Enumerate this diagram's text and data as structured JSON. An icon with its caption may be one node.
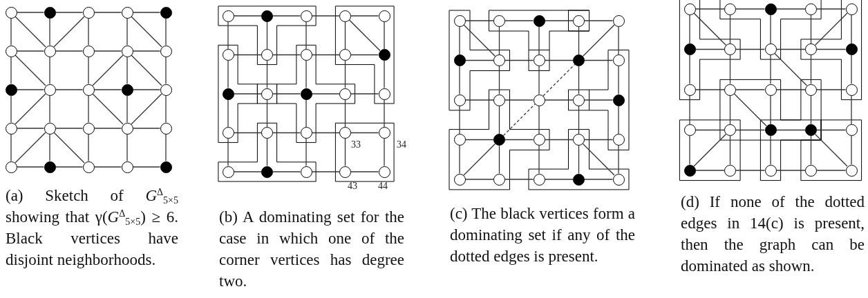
{
  "diagram": {
    "nodes": [
      {
        "text": [],
        "shape": "circle"
      },
      {
        "text": [],
        "shape": "dot"
      },
      {
        "text": [],
        "shape": "circle"
      },
      {
        "text": [],
        "shape": "circle"
      },
      {
        "text": [],
        "shape": "dot"
      },
      {
        "text": [],
        "shape": "circle"
      },
      {
        "text": [],
        "shape": "circle"
      },
      {
        "text": [],
        "shape": "circle"
      },
      {
        "text": [],
        "shape": "circle"
      },
      {
        "text": [],
        "shape": "circle"
      },
      {
        "text": [],
        "shape": "dot"
      },
      {
        "text": [],
        "shape": "circle"
      },
      {
        "text": [],
        "shape": "circle"
      },
      {
        "text": [],
        "shape": "dot"
      },
      {
        "text": [],
        "shape": "circle"
      },
      {
        "text": [],
        "shape": "circle"
      },
      {
        "text": [],
        "shape": "circle"
      },
      {
        "text": [],
        "shape": "circle"
      },
      {
        "text": [],
        "shape": "circle"
      },
      {
        "text": [],
        "shape": "circle"
      },
      {
        "text": [],
        "shape": "circle"
      },
      {
        "text": [],
        "shape": "dot"
      },
      {
        "text": [],
        "shape": "circle"
      },
      {
        "text": [],
        "shape": "circle"
      },
      {
        "text": [],
        "shape": "dot"
      },
      {
        "text": [],
        "shape": "circle"
      },
      {
        "text": [],
        "shape": "dot"
      },
      {
        "text": [],
        "shape": "circle"
      },
      {
        "text": [],
        "shape": "circle"
      },
      {
        "text": [],
        "shape": "circle"
      },
      {
        "text": [],
        "shape": "circle"
      },
      {
        "text": [],
        "shape": "circle"
      },
      {
        "text": [],
        "shape": "circle"
      },
      {
        "text": [],
        "shape": "circle"
      },
      {
        "text": [],
        "shape": "dot"
      },
      {
        "text": [],
        "shape": "dot"
      },
      {
        "text": [],
        "shape": "circle"
      },
      {
        "text": [],
        "shape": "dot"
      },
      {
        "text": [],
        "shape": "circle"
      },
      {
        "text": [],
        "shape": "circle"
      },
      {
        "text": [],
        "shape": "circle"
      },
      {
        "text": [],
        "shape": "circle"
      },
      {
        "text": [],
        "shape": "circle"
      },
      {
        "text": [],
        "shape": "circle"
      },
      {
        "text": [],
        "shape": "circle"
      },
      {
        "text": [],
        "shape": "circle"
      },
      {
        "text": [],
        "shape": "dot"
      },
      {
        "text": [],
        "shape": "circle"
      },
      {
        "text": [],
        "shape": "circle"
      },
      {
        "text": [],
        "shape": "circle"
      },
      {
        "text": [],
        "shape": "circle"
      },
      {
        "text": [],
        "shape": "circle"
      },
      {
        "text": [],
        "shape": "dot"
      },
      {
        "text": [],
        "shape": "circle"
      },
      {
        "text": [],
        "shape": "circle"
      },
      {
        "text": [],
        "shape": "dot"
      },
      {
        "text": [],
        "shape": "circle"
      },
      {
        "text": [],
        "shape": "circle"
      },
      {
        "text": [],
        "shape": "dot"
      },
      {
        "text": [],
        "shape": "circle"
      },
      {
        "text": [],
        "shape": "circle"
      },
      {
        "text": [],
        "shape": "circle"
      },
      {
        "text": [],
        "shape": "circle"
      },
      {
        "text": [],
        "shape": "circle"
      },
      {
        "text": [],
        "shape": "dot"
      },
      {
        "text": [],
        "shape": "circle"
      },
      {
        "text": [],
        "shape": "dot"
      },
      {
        "text": [],
        "shape": "circle"
      },
      {
        "text": [],
        "shape": "circle"
      },
      {
        "text": [],
        "shape": "circle"
      },
      {
        "text": [],
        "shape": "circle"
      },
      {
        "text": [],
        "shape": "circle"
      },
      {
        "text": [],
        "shape": "circle"
      },
      {
        "text": [],
        "shape": "dot"
      },
      {
        "text": [],
        "shape": "circle"
      },
      {
        "text": [],
        "shape": "circle"
      },
      {
        "text": [],
        "shape": "circle"
      },
      {
        "text": [],
        "shape": "dot"
      },
      {
        "text": [],
        "shape": "circle"
      },
      {
        "text": [],
        "shape": "circle"
      },
      {
        "text": [],
        "shape": "dot"
      },
      {
        "text": [],
        "shape": "circle"
      },
      {
        "text": [],
        "shape": "circle"
      },
      {
        "text": [],
        "shape": "circle"
      },
      {
        "text": [],
        "shape": "dot"
      },
      {
        "text": [],
        "shape": "circle"
      },
      {
        "text": [],
        "shape": "circle"
      },
      {
        "text": [],
        "shape": "circle"
      },
      {
        "text": [],
        "shape": "circle"
      },
      {
        "text": [],
        "shape": "circle"
      },
      {
        "text": [],
        "shape": "circle"
      },
      {
        "text": [],
        "shape": "circle"
      },
      {
        "text": [],
        "shape": "dot"
      },
      {
        "text": [],
        "shape": "dot"
      },
      {
        "text": [],
        "shape": "circle"
      },
      {
        "text": [],
        "shape": "dot"
      },
      {
        "text": [],
        "shape": "circle"
      },
      {
        "text": [],
        "shape": "circle"
      },
      {
        "text": [],
        "shape": "circle"
      },
      {
        "text": [],
        "shape": "circle"
      }
    ],
    "edges": [
      {
        "from": 0,
        "to": 1,
        "arrow": "none"
      },
      {
        "from": 1,
        "to": 2,
        "arrow": "none"
      },
      {
        "from": 2,
        "to": 3,
        "arrow": "none"
      },
      {
        "from": 3,
        "to": 4,
        "arrow": "none"
      },
      {
        "from": 5,
        "to": 6,
        "arrow": "none"
      },
      {
        "from": 6,
        "to": 7,
        "arrow": "none"
      },
      {
        "from": 7,
        "to": 8,
        "arrow": "none"
      },
      {
        "from": 8,
        "to": 9,
        "arrow": "none"
      },
      {
        "from": 10,
        "to": 11,
        "arrow": "none"
      },
      {
        "from": 11,
        "to": 12,
        "arrow": "none"
      },
      {
        "from": 12,
        "to": 13,
        "arrow": "none"
      },
      {
        "from": 13,
        "to": 14,
        "arrow": "none"
      },
      {
        "from": 15,
        "to": 16,
        "arrow": "none"
      },
      {
        "from": 16,
        "to": 17,
        "arrow": "none"
      },
      {
        "from": 17,
        "to": 18,
        "arrow": "none"
      },
      {
        "from": 18,
        "to": 19,
        "arrow": "none"
      },
      {
        "from": 20,
        "to": 21,
        "arrow": "none"
      },
      {
        "from": 21,
        "to": 22,
        "arrow": "none"
      },
      {
        "from": 22,
        "to": 23,
        "arrow": "none"
      },
      {
        "from": 23,
        "to": 24,
        "arrow": "none"
      },
      {
        "from": 0,
        "to": 5,
        "arrow": "none"
      },
      {
        "from": 1,
        "to": 6,
        "arrow": "none"
      },
      {
        "from": 2,
        "to": 7,
        "arrow": "none"
      },
      {
        "from": 3,
        "to": 8,
        "arrow": "none"
      },
      {
        "from": 4,
        "to": 9,
        "arrow": "none"
      },
      {
        "from": 5,
        "to": 10,
        "arrow": "none"
      },
      {
        "from": 6,
        "to": 11,
        "arrow": "none"
      },
      {
        "from": 7,
        "to": 12,
        "arrow": "none"
      },
      {
        "from": 8,
        "to": 13,
        "arrow": "none"
      },
      {
        "from": 9,
        "to": 14,
        "arrow": "none"
      },
      {
        "from": 10,
        "to": 15,
        "arrow": "none"
      },
      {
        "from": 11,
        "to": 16,
        "arrow": "none"
      },
      {
        "from": 12,
        "to": 17,
        "arrow": "none"
      },
      {
        "from": 13,
        "to": 18,
        "arrow": "none"
      },
      {
        "from": 14,
        "to": 19,
        "arrow": "none"
      },
      {
        "from": 15,
        "to": 20,
        "arrow": "none"
      },
      {
        "from": 16,
        "to": 21,
        "arrow": "none"
      },
      {
        "from": 17,
        "to": 22,
        "arrow": "none"
      },
      {
        "from": 18,
        "to": 23,
        "arrow": "none"
      },
      {
        "from": 19,
        "to": 24,
        "arrow": "none"
      },
      {
        "from": 0,
        "to": 6,
        "arrow": "none"
      },
      {
        "from": 2,
        "to": 6,
        "arrow": "none"
      },
      {
        "from": 3,
        "to": 9,
        "arrow": "none"
      },
      {
        "from": 5,
        "to": 11,
        "arrow": "none"
      },
      {
        "from": 8,
        "to": 12,
        "arrow": "none"
      },
      {
        "from": 8,
        "to": 14,
        "arrow": "none"
      },
      {
        "from": 11,
        "to": 15,
        "arrow": "none"
      },
      {
        "from": 12,
        "to": 18,
        "arrow": "none"
      },
      {
        "from": 14,
        "to": 18,
        "arrow": "none"
      },
      {
        "from": 16,
        "to": 20,
        "arrow": "none"
      },
      {
        "from": 16,
        "to": 22,
        "arrow": "none"
      },
      {
        "from": 25,
        "to": 26,
        "arrow": "none"
      },
      {
        "from": 26,
        "to": 27,
        "arrow": "none"
      },
      {
        "from": 27,
        "to": 28,
        "arrow": "none"
      },
      {
        "from": 28,
        "to": 29,
        "arrow": "none"
      },
      {
        "from": 30,
        "to": 31,
        "arrow": "none"
      },
      {
        "from": 31,
        "to": 32,
        "arrow": "none"
      },
      {
        "from": 32,
        "to": 33,
        "arrow": "none"
      },
      {
        "from": 33,
        "to": 34,
        "arrow": "none"
      },
      {
        "from": 35,
        "to": 36,
        "arrow": "none"
      },
      {
        "from": 36,
        "to": 37,
        "arrow": "none"
      },
      {
        "from": 37,
        "to": 38,
        "arrow": "none"
      },
      {
        "from": 38,
        "to": 39,
        "arrow": "none"
      },
      {
        "from": 40,
        "to": 41,
        "arrow": "none"
      },
      {
        "from": 41,
        "to": 42,
        "arrow": "none"
      },
      {
        "from": 42,
        "to": 43,
        "arrow": "none"
      },
      {
        "from": 43,
        "to": 44,
        "arrow": "none"
      },
      {
        "from": 45,
        "to": 46,
        "arrow": "none"
      },
      {
        "from": 46,
        "to": 47,
        "arrow": "none"
      },
      {
        "from": 47,
        "to": 48,
        "arrow": "none"
      },
      {
        "from": 48,
        "to": 49,
        "arrow": "none"
      },
      {
        "from": 25,
        "to": 30,
        "arrow": "none"
      },
      {
        "from": 26,
        "to": 31,
        "arrow": "none"
      },
      {
        "from": 27,
        "to": 32,
        "arrow": "none"
      },
      {
        "from": 28,
        "to": 33,
        "arrow": "none"
      },
      {
        "from": 29,
        "to": 34,
        "arrow": "none"
      },
      {
        "from": 30,
        "to": 35,
        "arrow": "none"
      },
      {
        "from": 31,
        "to": 36,
        "arrow": "none"
      },
      {
        "from": 32,
        "to": 37,
        "arrow": "none"
      },
      {
        "from": 33,
        "to": 38,
        "arrow": "none"
      },
      {
        "from": 34,
        "to": 39,
        "arrow": "none"
      },
      {
        "from": 35,
        "to": 40,
        "arrow": "none"
      },
      {
        "from": 36,
        "to": 41,
        "arrow": "none"
      },
      {
        "from": 37,
        "to": 42,
        "arrow": "none"
      },
      {
        "from": 38,
        "to": 43,
        "arrow": "none"
      },
      {
        "from": 39,
        "to": 44,
        "arrow": "none"
      },
      {
        "from": 40,
        "to": 45,
        "arrow": "none"
      },
      {
        "from": 41,
        "to": 46,
        "arrow": "none"
      },
      {
        "from": 42,
        "to": 47,
        "arrow": "none"
      },
      {
        "from": 43,
        "to": 48,
        "arrow": "none"
      },
      {
        "from": 44,
        "to": 49,
        "arrow": "none"
      },
      {
        "from": 28,
        "to": 34,
        "arrow": "none"
      },
      {
        "from": 50,
        "to": 51,
        "arrow": "none"
      },
      {
        "from": 51,
        "to": 52,
        "arrow": "none"
      },
      {
        "from": 52,
        "to": 53,
        "arrow": "none"
      },
      {
        "from": 53,
        "to": 54,
        "arrow": "none"
      },
      {
        "from": 55,
        "to": 56,
        "arrow": "none"
      },
      {
        "from": 56,
        "to": 57,
        "arrow": "none"
      },
      {
        "from": 57,
        "to": 58,
        "arrow": "none"
      },
      {
        "from": 58,
        "to": 59,
        "arrow": "none"
      },
      {
        "from": 60,
        "to": 61,
        "arrow": "none"
      },
      {
        "from": 61,
        "to": 62,
        "arrow": "none"
      },
      {
        "from": 62,
        "to": 63,
        "arrow": "none"
      },
      {
        "from": 63,
        "to": 64,
        "arrow": "none"
      },
      {
        "from": 65,
        "to": 66,
        "arrow": "none"
      },
      {
        "from": 66,
        "to": 67,
        "arrow": "none"
      },
      {
        "from": 67,
        "to": 68,
        "arrow": "none"
      },
      {
        "from": 68,
        "to": 69,
        "arrow": "none"
      },
      {
        "from": 70,
        "to": 71,
        "arrow": "none"
      },
      {
        "from": 71,
        "to": 72,
        "arrow": "none"
      },
      {
        "from": 72,
        "to": 73,
        "arrow": "none"
      },
      {
        "from": 73,
        "to": 74,
        "arrow": "none"
      },
      {
        "from": 50,
        "to": 55,
        "arrow": "none"
      },
      {
        "from": 51,
        "to": 56,
        "arrow": "none"
      },
      {
        "from": 52,
        "to": 57,
        "arrow": "none"
      },
      {
        "from": 53,
        "to": 58,
        "arrow": "none"
      },
      {
        "from": 54,
        "to": 59,
        "arrow": "none"
      },
      {
        "from": 55,
        "to": 60,
        "arrow": "none"
      },
      {
        "from": 56,
        "to": 61,
        "arrow": "none"
      },
      {
        "from": 57,
        "to": 62,
        "arrow": "none"
      },
      {
        "from": 58,
        "to": 63,
        "arrow": "none"
      },
      {
        "from": 59,
        "to": 64,
        "arrow": "none"
      },
      {
        "from": 60,
        "to": 65,
        "arrow": "none"
      },
      {
        "from": 61,
        "to": 66,
        "arrow": "none"
      },
      {
        "from": 62,
        "to": 67,
        "arrow": "none"
      },
      {
        "from": 63,
        "to": 68,
        "arrow": "none"
      },
      {
        "from": 64,
        "to": 69,
        "arrow": "none"
      },
      {
        "from": 65,
        "to": 70,
        "arrow": "none"
      },
      {
        "from": 66,
        "to": 71,
        "arrow": "none"
      },
      {
        "from": 67,
        "to": 72,
        "arrow": "none"
      },
      {
        "from": 68,
        "to": 73,
        "arrow": "none"
      },
      {
        "from": 69,
        "to": 74,
        "arrow": "none"
      },
      {
        "from": 50,
        "to": 56,
        "arrow": "none"
      },
      {
        "from": 54,
        "to": 58,
        "arrow": "none"
      },
      {
        "from": 66,
        "to": 70,
        "arrow": "none"
      },
      {
        "from": 68,
        "to": 74,
        "arrow": "none"
      },
      {
        "from": 66,
        "to": 62,
        "arrow": "none",
        "style": "dashed"
      },
      {
        "from": 62,
        "to": 58,
        "arrow": "none",
        "style": "dashed"
      },
      {
        "from": 75,
        "to": 76,
        "arrow": "none"
      },
      {
        "from": 76,
        "to": 77,
        "arrow": "none"
      },
      {
        "from": 77,
        "to": 78,
        "arrow": "none"
      },
      {
        "from": 78,
        "to": 79,
        "arrow": "none"
      },
      {
        "from": 80,
        "to": 81,
        "arrow": "none"
      },
      {
        "from": 81,
        "to": 82,
        "arrow": "none"
      },
      {
        "from": 82,
        "to": 83,
        "arrow": "none"
      },
      {
        "from": 83,
        "to": 84,
        "arrow": "none"
      },
      {
        "from": 85,
        "to": 86,
        "arrow": "none"
      },
      {
        "from": 86,
        "to": 87,
        "arrow": "none"
      },
      {
        "from": 87,
        "to": 88,
        "arrow": "none"
      },
      {
        "from": 88,
        "to": 89,
        "arrow": "none"
      },
      {
        "from": 90,
        "to": 91,
        "arrow": "none"
      },
      {
        "from": 91,
        "to": 92,
        "arrow": "none"
      },
      {
        "from": 92,
        "to": 93,
        "arrow": "none"
      },
      {
        "from": 93,
        "to": 94,
        "arrow": "none"
      },
      {
        "from": 95,
        "to": 96,
        "arrow": "none"
      },
      {
        "from": 96,
        "to": 97,
        "arrow": "none"
      },
      {
        "from": 97,
        "to": 98,
        "arrow": "none"
      },
      {
        "from": 98,
        "to": 99,
        "arrow": "none"
      },
      {
        "from": 75,
        "to": 80,
        "arrow": "none"
      },
      {
        "from": 76,
        "to": 81,
        "arrow": "none"
      },
      {
        "from": 77,
        "to": 82,
        "arrow": "none"
      },
      {
        "from": 78,
        "to": 83,
        "arrow": "none"
      },
      {
        "from": 79,
        "to": 84,
        "arrow": "none"
      },
      {
        "from": 80,
        "to": 85,
        "arrow": "none"
      },
      {
        "from": 81,
        "to": 86,
        "arrow": "none"
      },
      {
        "from": 82,
        "to": 87,
        "arrow": "none"
      },
      {
        "from": 83,
        "to": 88,
        "arrow": "none"
      },
      {
        "from": 84,
        "to": 89,
        "arrow": "none"
      },
      {
        "from": 85,
        "to": 90,
        "arrow": "none"
      },
      {
        "from": 86,
        "to": 91,
        "arrow": "none"
      },
      {
        "from": 87,
        "to": 92,
        "arrow": "none"
      },
      {
        "from": 88,
        "to": 93,
        "arrow": "none"
      },
      {
        "from": 89,
        "to": 94,
        "arrow": "none"
      },
      {
        "from": 90,
        "to": 95,
        "arrow": "none"
      },
      {
        "from": 91,
        "to": 96,
        "arrow": "none"
      },
      {
        "from": 92,
        "to": 97,
        "arrow": "none"
      },
      {
        "from": 93,
        "to": 98,
        "arrow": "none"
      },
      {
        "from": 94,
        "to": 99,
        "arrow": "none"
      },
      {
        "from": 75,
        "to": 81,
        "arrow": "none"
      },
      {
        "from": 79,
        "to": 83,
        "arrow": "none"
      },
      {
        "from": 82,
        "to": 88,
        "arrow": "none"
      },
      {
        "from": 86,
        "to": 92,
        "arrow": "none"
      },
      {
        "from": 91,
        "to": 95,
        "arrow": "none"
      },
      {
        "from": 93,
        "to": 99,
        "arrow": "none"
      }
    ],
    "labels": [
      "33",
      "34",
      "43",
      "44",
      "(a) Sketch of *G*$^{Δ}$$_{5×5}$ showing that γ(*G*$^{Δ}$$_{5×5}$) ≥ 6. Black vertices have disjoint neighborhoods.",
      "(b) A dominating set for the case in which one of the corner vertices has degree two.",
      "(c) The black vertices form a dominating set if any of the dotted edges is present.",
      "(d) If none of the dotted edges in 14(c) is present, then the graph can be dominated as shown."
    ]
  }
}
